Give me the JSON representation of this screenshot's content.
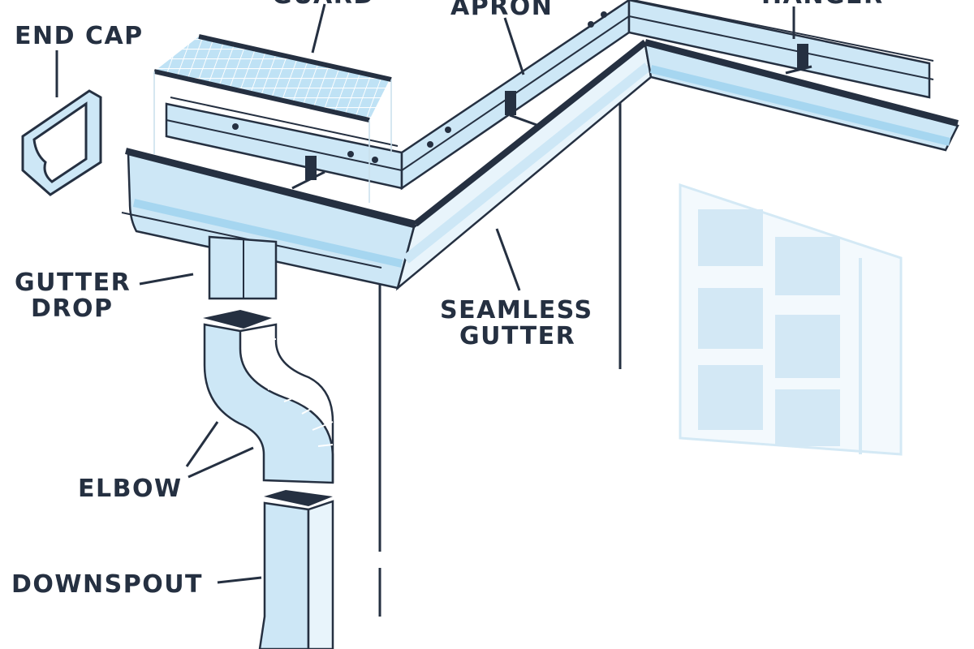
{
  "diagram": {
    "labels": {
      "end_cap": "END CAP",
      "guard": "GUARD",
      "apron": "APRON",
      "hanger": "HANGER",
      "gutter_drop_line1": "GUTTER",
      "gutter_drop_line2": "DROP",
      "seamless_gutter_line1": "SEAMLESS",
      "seamless_gutter_line2": "GUTTER",
      "elbow": "ELBOW",
      "downspout": "DOWNSPOUT"
    },
    "colors": {
      "outline": "#253041",
      "fill_light": "#cde7f6",
      "fill_mid": "#a6d6f0",
      "fill_pale": "#e8f4fb",
      "window": "#e3f0f8",
      "background": "#ffffff"
    }
  }
}
